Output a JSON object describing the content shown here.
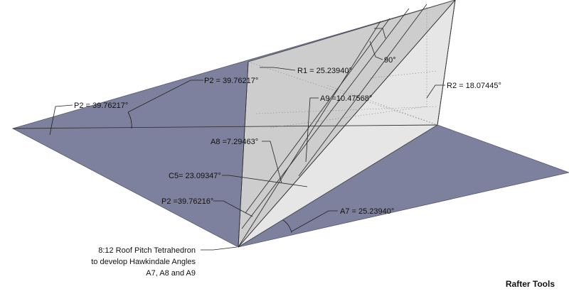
{
  "labels": {
    "p2_left": "P2 = 39.76217°",
    "p2_top": "P2 = 39.76217°",
    "r1": "R1 = 25.23940°",
    "right_angle": "90°",
    "r2": "R2 = 18.07445°",
    "a9": "A9 =10.47568°",
    "a8": "A8 =7.29463°",
    "c5": "C5= 23.09347°",
    "p2_bottom": "P2 =39.76216°",
    "a7": "A7 = 25.23940°"
  },
  "caption": {
    "line1": "8:12 Roof Pitch Tetrahedron",
    "line2": "to develop Hawkindale Angles",
    "line3": "A7, A8 and A9"
  },
  "brand": "Rafter Tools",
  "colors": {
    "floor": "#7e819e",
    "floor_edge": "#55586f",
    "left_face": "#b9b9b9",
    "mid_face": "#cdcdcd",
    "right_face": "#e6e6e6",
    "text": "#111111"
  }
}
